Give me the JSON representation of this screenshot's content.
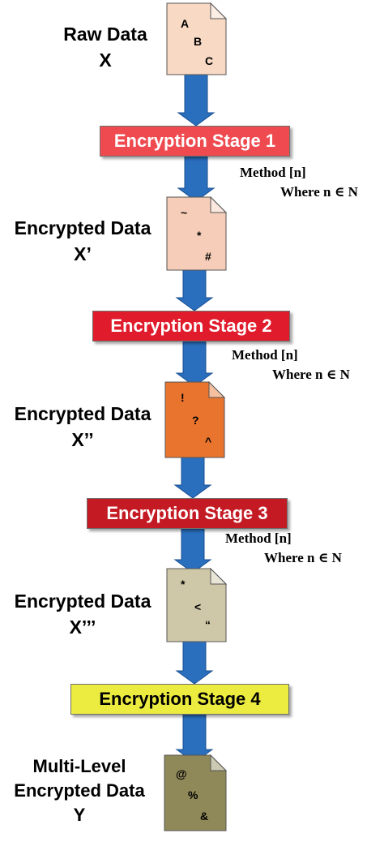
{
  "raw": {
    "line1": "Raw Data",
    "line2": "X"
  },
  "encrypted": [
    {
      "line1": "Encrypted Data",
      "line2": "X’"
    },
    {
      "line1": "Encrypted Data",
      "line2": "X’’"
    },
    {
      "line1": "Encrypted Data",
      "line2": "X’’’"
    }
  ],
  "final": {
    "line1": "Multi-Level",
    "line2": "Encrypted Data",
    "line3": "Y"
  },
  "stages": [
    {
      "label": "Encryption Stage 1",
      "color": "#ee4a4f",
      "text_color": "#ffffff"
    },
    {
      "label": "Encryption Stage 2",
      "color": "#e01b2b",
      "text_color": "#ffffff"
    },
    {
      "label": "Encryption Stage 3",
      "color": "#c41a24",
      "text_color": "#ffffff"
    },
    {
      "label": "Encryption Stage 4",
      "color": "#ecec40",
      "text_color": "#000000"
    }
  ],
  "methods": [
    {
      "line1": "Method [n]",
      "line2": "Where  n ∈ N"
    },
    {
      "line1": "Method [n]",
      "line2": "Where  n ∈ N"
    },
    {
      "line1": "Method [n]",
      "line2": "Where  n ∈ N"
    }
  ],
  "docs": [
    {
      "symbols": [
        "A",
        "B",
        "C"
      ],
      "color": "#f8d9c4"
    },
    {
      "symbols": [
        "~",
        "*",
        "#"
      ],
      "color": "#f5cdb8"
    },
    {
      "symbols": [
        "!",
        "?",
        "^"
      ],
      "color": "#e9742e"
    },
    {
      "symbols": [
        "*",
        "<",
        "“"
      ],
      "color": "#cfc8a8"
    },
    {
      "symbols": [
        "@",
        "%",
        "&"
      ],
      "color": "#8f8858"
    }
  ],
  "colors": {
    "arrow": "#2a6fbe",
    "arrow_edge": "#1a4f92"
  }
}
